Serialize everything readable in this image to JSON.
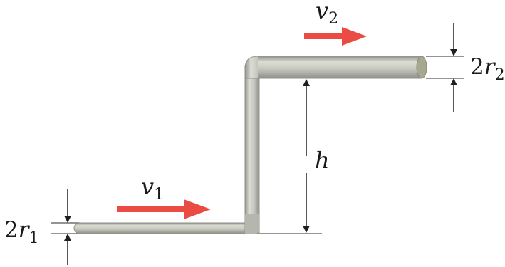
{
  "labels": {
    "v1": {
      "main": "v",
      "sub": "1"
    },
    "v2": {
      "main": "v",
      "sub": "2"
    },
    "r1": {
      "coef": "2",
      "main": "r",
      "sub": "1"
    },
    "r2": {
      "coef": "2",
      "main": "r",
      "sub": "2"
    },
    "h": "h"
  },
  "colors": {
    "pipe_fill": "#c9cbc3",
    "pipe_edge": "#8f928a",
    "pipe_cap": "#a8a78f",
    "arrow_red": "#ea4b43",
    "dimension_line": "#1f1f1f",
    "extension_line": "#555555"
  }
}
